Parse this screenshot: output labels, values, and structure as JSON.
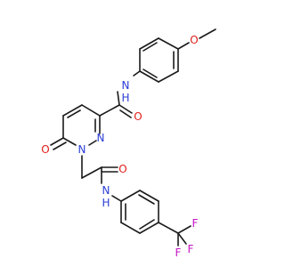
{
  "molecule": {
    "atom_labels": {
      "O_methoxy": "O",
      "N_amide_top": "N",
      "H_amide_top": "H",
      "O_carbonyl_right": "O",
      "N_ring_a": "N",
      "N_ring_b": "N",
      "O_ring": "O",
      "O_carbonyl_mid": "O",
      "N_amide_bottom": "N",
      "H_amide_bottom": "H",
      "F1": "F",
      "F2": "F",
      "F3": "F"
    },
    "colors": {
      "oxygen": "#e0201b",
      "nitrogen": "#2a3dd6",
      "fluorine": "#c414c4",
      "bond": "#1a1a1a"
    }
  }
}
